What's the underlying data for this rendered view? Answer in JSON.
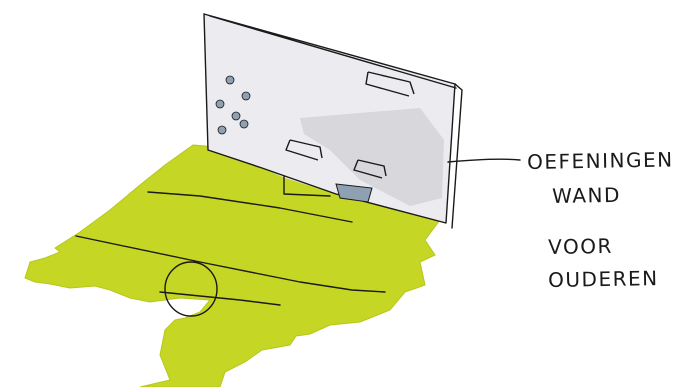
{
  "sketch": {
    "caption_lines": [
      "OEFENINGEN",
      "WAND",
      "VOOR",
      "OUDEREN"
    ],
    "colors": {
      "floor": "#c6d625",
      "floor_edge": "#b7c71b",
      "wall_face": "#ecebef",
      "wall_shadow": "#c9c6cc",
      "ink": "#1a1a1a",
      "holds": "#8ea0b2"
    }
  }
}
